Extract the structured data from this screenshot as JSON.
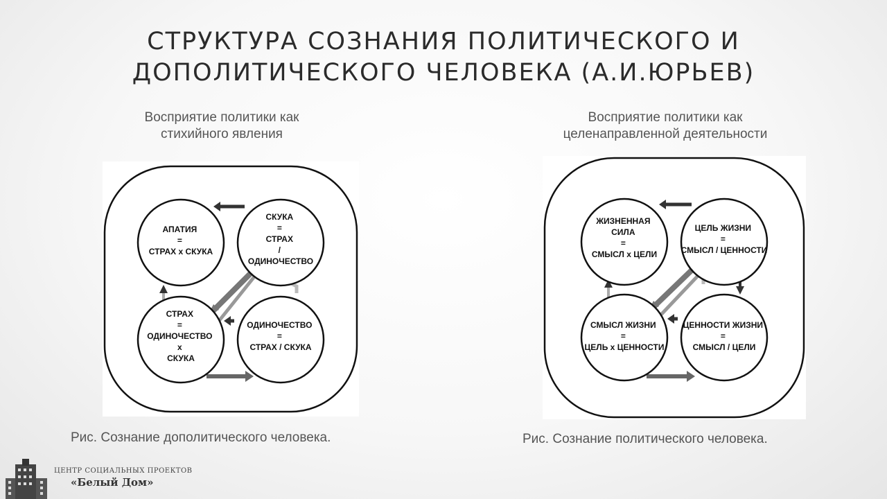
{
  "title": {
    "line1": "СТРУКТУРА СОЗНАНИЯ ПОЛИТИЧЕСКОГО И",
    "line2": "ДОПОЛИТИЧЕСКОГО ЧЕЛОВЕКА (А.И.ЮРЬЕВ)"
  },
  "left": {
    "subtitle_line1": "Восприятие политики как",
    "subtitle_line2": "стихийного явления",
    "caption": "Рис. Сознание дополитического человека.",
    "circles": {
      "tl": [
        "АПАТИЯ",
        "=",
        "СТРАХ х СКУКА"
      ],
      "tr": [
        "СКУКА",
        "=",
        "СТРАХ",
        "/",
        "ОДИНОЧЕСТВО"
      ],
      "bl": [
        "СТРАХ",
        "=",
        "ОДИНОЧЕСТВО",
        "х",
        "СКУКА"
      ],
      "br": [
        "ОДИНОЧЕСТВО",
        "=",
        "СТРАХ / СКУКА"
      ]
    }
  },
  "right": {
    "subtitle_line1": "Восприятие политики как",
    "subtitle_line2": "целенаправленной  деятельности",
    "caption": "Рис. Сознание политического человека.",
    "circles": {
      "tl": [
        "ЖИЗНЕННАЯ",
        "СИЛА",
        "=",
        "СМЫСЛ х ЦЕЛИ"
      ],
      "tr": [
        "ЦЕЛЬ ЖИЗНИ",
        "=",
        "СМЫСЛ / ЦЕННОСТИ"
      ],
      "bl": [
        "СМЫСЛ ЖИЗНИ",
        "=",
        "ЦЕЛЬ х ЦЕННОСТИ"
      ],
      "br": [
        "ЦЕННОСТИ ЖИЗНИ",
        "=",
        "СМЫСЛ / ЦЕЛИ"
      ]
    }
  },
  "logo": {
    "line1": "ЦЕНТР СОЦИАЛЬНЫХ ПРОЕКТОВ",
    "line2": "«Белый Дом»"
  }
}
